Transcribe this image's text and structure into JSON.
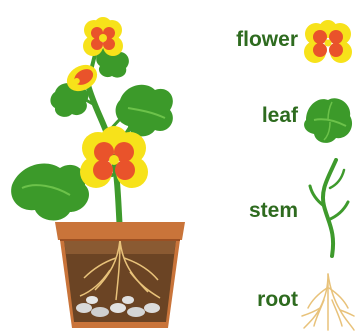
{
  "labels": {
    "flower": "flower",
    "leaf": "leaf",
    "stem": "stem",
    "root": "root"
  },
  "colors": {
    "label_text": "#2e6b1f",
    "petal_yellow": "#f7e21a",
    "petal_red": "#e9532b",
    "leaf_green": "#3c9a2a",
    "leaf_light": "#6cc24a",
    "stem_green": "#3e9a2c",
    "pot": "#c9743a",
    "pot_dark": "#9b4f22",
    "soil": "#6b4424",
    "root": "#e8c27a",
    "pebbles": "#d9d9d9"
  }
}
